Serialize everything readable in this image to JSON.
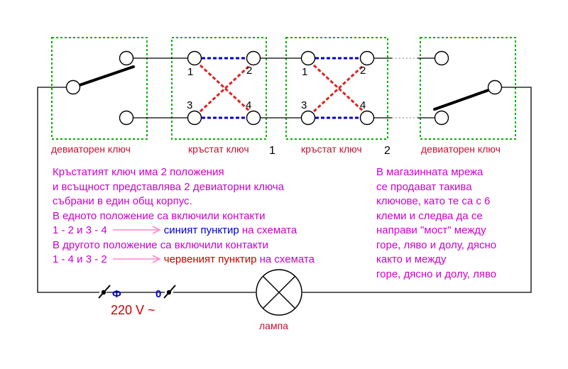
{
  "colors": {
    "wire": "#000000",
    "switch_box": "#00b000",
    "blue_contacts": "#0000cc",
    "red_contacts": "#dd2222",
    "caption": "#c8102e",
    "info_text": "#cc00cc",
    "arrow": "#ff88cc"
  },
  "switches": {
    "left_caption": "девиаторен ключ",
    "cross1_caption": "кръстат ключ",
    "cross1_number": "1",
    "cross2_caption": "кръстат ключ",
    "cross2_number": "2",
    "right_caption": "девиаторен ключ"
  },
  "terminals": {
    "c1_1": "1",
    "c1_2": "2",
    "c1_3": "3",
    "c1_4": "4",
    "c2_1": "1",
    "c2_2": "2",
    "c2_3": "3",
    "c2_4": "4"
  },
  "supply": {
    "phase": "Ф",
    "neutral": "0",
    "voltage": "220 V ~"
  },
  "lamp": {
    "label": "лампа"
  },
  "left_text": {
    "line1": "Кръстатият ключ има 2 положения",
    "line2": "и всъщност представлява 2 девиаторни ключа",
    "line3": "събрани в един общ корпус.",
    "line4": "В едното положение са включили контакти",
    "line5_contacts": "1 - 2  и  3 - 4",
    "line5_blue": "синият пунктир",
    "line5_tail": "на схемата",
    "line6": "В другото положение са включили контакти",
    "line7_contacts": "1 - 4  и  3 - 2",
    "line7_red": "червеният пунктир",
    "line7_tail": "на схемата"
  },
  "right_text": {
    "line1": "В магазинната мрежа",
    "line2": "се продават такива",
    "line3": "ключове, като те са с 6",
    "line4": "клеми и следва да се",
    "line5": "направи \"мост\" между",
    "line6": "горе, ляво и долу, дясно",
    "line7": "както и между",
    "line8": "горе, дясно и долу, ляво"
  }
}
